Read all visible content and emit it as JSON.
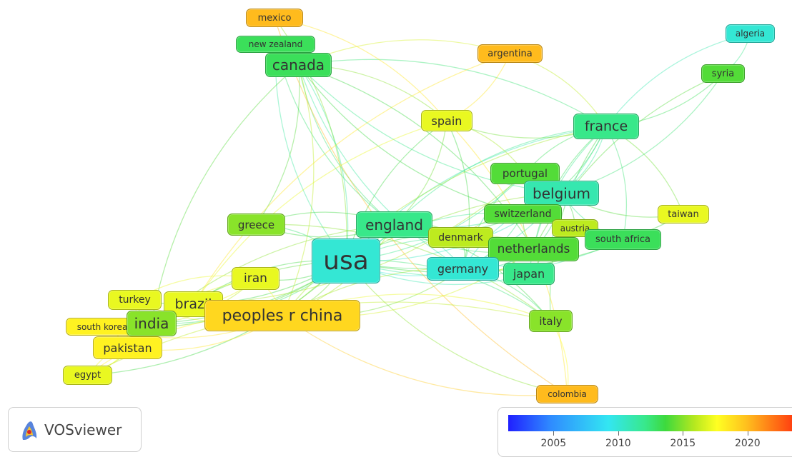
{
  "nodes": [
    {
      "id": "mexico",
      "label": "mexico",
      "year": 2020
    },
    {
      "id": "new-zealand",
      "label": "new zealand",
      "year": 2013
    },
    {
      "id": "canada",
      "label": "canada",
      "year": 2013
    },
    {
      "id": "argentina",
      "label": "argentina",
      "year": 2020
    },
    {
      "id": "algeria",
      "label": "algeria",
      "year": 2010
    },
    {
      "id": "syria",
      "label": "syria",
      "year": 2014
    },
    {
      "id": "spain",
      "label": "spain",
      "year": 2017
    },
    {
      "id": "france",
      "label": "france",
      "year": 2012
    },
    {
      "id": "portugal",
      "label": "portugal",
      "year": 2014
    },
    {
      "id": "belgium",
      "label": "belgium",
      "year": 2011
    },
    {
      "id": "switzerland",
      "label": "switzerland",
      "year": 2014
    },
    {
      "id": "taiwan",
      "label": "taiwan",
      "year": 2017
    },
    {
      "id": "austria",
      "label": "austria",
      "year": 2016
    },
    {
      "id": "south-africa",
      "label": "south africa",
      "year": 2013
    },
    {
      "id": "greece",
      "label": "greece",
      "year": 2015
    },
    {
      "id": "england",
      "label": "england",
      "year": 2012
    },
    {
      "id": "denmark",
      "label": "denmark",
      "year": 2016
    },
    {
      "id": "netherlands",
      "label": "netherlands",
      "year": 2014
    },
    {
      "id": "usa",
      "label": "usa",
      "year": 2010
    },
    {
      "id": "germany",
      "label": "germany",
      "year": 2010
    },
    {
      "id": "japan",
      "label": "japan",
      "year": 2012
    },
    {
      "id": "iran",
      "label": "iran",
      "year": 2017
    },
    {
      "id": "turkey",
      "label": "turkey",
      "year": 2017
    },
    {
      "id": "brazil",
      "label": "brazil",
      "year": 2017
    },
    {
      "id": "peoples-r-china",
      "label": "peoples r china",
      "year": 2019
    },
    {
      "id": "south-korea",
      "label": "south korea",
      "year": 2018
    },
    {
      "id": "india",
      "label": "india",
      "year": 2015
    },
    {
      "id": "italy",
      "label": "italy",
      "year": 2015
    },
    {
      "id": "pakistan",
      "label": "pakistan",
      "year": 2018
    },
    {
      "id": "egypt",
      "label": "egypt",
      "year": 2017
    },
    {
      "id": "colombia",
      "label": "colombia",
      "year": 2020
    }
  ],
  "links": [
    [
      "usa",
      "canada"
    ],
    [
      "usa",
      "france"
    ],
    [
      "usa",
      "england"
    ],
    [
      "usa",
      "peoples-r-china"
    ],
    [
      "usa",
      "germany"
    ],
    [
      "usa",
      "netherlands"
    ],
    [
      "usa",
      "japan"
    ],
    [
      "usa",
      "india"
    ],
    [
      "usa",
      "brazil"
    ],
    [
      "usa",
      "iran"
    ],
    [
      "usa",
      "greece"
    ],
    [
      "usa",
      "spain"
    ],
    [
      "usa",
      "belgium"
    ],
    [
      "usa",
      "switzerland"
    ],
    [
      "usa",
      "portugal"
    ],
    [
      "usa",
      "italy"
    ],
    [
      "usa",
      "pakistan"
    ],
    [
      "usa",
      "turkey"
    ],
    [
      "usa",
      "south-africa"
    ],
    [
      "usa",
      "denmark"
    ],
    [
      "usa",
      "taiwan"
    ],
    [
      "usa",
      "south-korea"
    ],
    [
      "usa",
      "mexico"
    ],
    [
      "usa",
      "egypt"
    ],
    [
      "usa",
      "colombia"
    ],
    [
      "usa",
      "new-zealand"
    ],
    [
      "usa",
      "austria"
    ],
    [
      "canada",
      "france"
    ],
    [
      "canada",
      "england"
    ],
    [
      "canada",
      "peoples-r-china"
    ],
    [
      "canada",
      "germany"
    ],
    [
      "canada",
      "netherlands"
    ],
    [
      "canada",
      "belgium"
    ],
    [
      "canada",
      "spain"
    ],
    [
      "canada",
      "new-zealand"
    ],
    [
      "canada",
      "argentina"
    ],
    [
      "canada",
      "india"
    ],
    [
      "canada",
      "greece"
    ],
    [
      "canada",
      "switzerland"
    ],
    [
      "france",
      "belgium"
    ],
    [
      "france",
      "england"
    ],
    [
      "france",
      "germany"
    ],
    [
      "france",
      "netherlands"
    ],
    [
      "france",
      "switzerland"
    ],
    [
      "france",
      "syria"
    ],
    [
      "france",
      "spain"
    ],
    [
      "france",
      "portugal"
    ],
    [
      "france",
      "south-africa"
    ],
    [
      "france",
      "japan"
    ],
    [
      "france",
      "taiwan"
    ],
    [
      "france",
      "italy"
    ],
    [
      "france",
      "algeria"
    ],
    [
      "france",
      "peoples-r-china"
    ],
    [
      "england",
      "peoples-r-china"
    ],
    [
      "england",
      "netherlands"
    ],
    [
      "england",
      "germany"
    ],
    [
      "england",
      "belgium"
    ],
    [
      "england",
      "denmark"
    ],
    [
      "england",
      "switzerland"
    ],
    [
      "england",
      "india"
    ],
    [
      "england",
      "greece"
    ],
    [
      "england",
      "japan"
    ],
    [
      "england",
      "spain"
    ],
    [
      "england",
      "italy"
    ],
    [
      "england",
      "pakistan"
    ],
    [
      "peoples-r-china",
      "pakistan"
    ],
    [
      "peoples-r-china",
      "india"
    ],
    [
      "peoples-r-china",
      "brazil"
    ],
    [
      "peoples-r-china",
      "iran"
    ],
    [
      "peoples-r-china",
      "south-korea"
    ],
    [
      "peoples-r-china",
      "egypt"
    ],
    [
      "peoples-r-china",
      "turkey"
    ],
    [
      "peoples-r-china",
      "germany"
    ],
    [
      "peoples-r-china",
      "japan"
    ],
    [
      "peoples-r-china",
      "netherlands"
    ],
    [
      "peoples-r-china",
      "italy"
    ],
    [
      "peoples-r-china",
      "colombia"
    ],
    [
      "peoples-r-china",
      "belgium"
    ],
    [
      "germany",
      "netherlands"
    ],
    [
      "germany",
      "belgium"
    ],
    [
      "germany",
      "switzerland"
    ],
    [
      "germany",
      "japan"
    ],
    [
      "germany",
      "denmark"
    ],
    [
      "germany",
      "portugal"
    ],
    [
      "germany",
      "spain"
    ],
    [
      "germany",
      "italy"
    ],
    [
      "netherlands",
      "belgium"
    ],
    [
      "netherlands",
      "switzerland"
    ],
    [
      "netherlands",
      "denmark"
    ],
    [
      "netherlands",
      "south-africa"
    ],
    [
      "belgium",
      "portugal"
    ],
    [
      "belgium",
      "switzerland"
    ],
    [
      "belgium",
      "taiwan"
    ],
    [
      "belgium",
      "austria"
    ],
    [
      "spain",
      "argentina"
    ],
    [
      "spain",
      "portugal"
    ],
    [
      "spain",
      "mexico"
    ],
    [
      "spain",
      "colombia"
    ],
    [
      "syria",
      "algeria"
    ],
    [
      "syria",
      "belgium"
    ],
    [
      "syria",
      "netherlands"
    ],
    [
      "india",
      "pakistan"
    ],
    [
      "india",
      "brazil"
    ],
    [
      "india",
      "south-korea"
    ],
    [
      "india",
      "iran"
    ],
    [
      "india",
      "egypt"
    ],
    [
      "pakistan",
      "south-korea"
    ],
    [
      "pakistan",
      "egypt"
    ],
    [
      "pakistan",
      "turkey"
    ],
    [
      "turkey",
      "iran"
    ],
    [
      "brazil",
      "iran"
    ],
    [
      "brazil",
      "spain"
    ],
    [
      "brazil",
      "portugal"
    ],
    [
      "brazil",
      "argentina"
    ],
    [
      "greece",
      "england"
    ],
    [
      "greece",
      "italy"
    ],
    [
      "japan",
      "belgium"
    ],
    [
      "italy",
      "colombia"
    ],
    [
      "mexico",
      "colombia"
    ],
    [
      "argentina",
      "france"
    ],
    [
      "new-zealand",
      "england"
    ],
    [
      "denmark",
      "switzerland"
    ],
    [
      "austria",
      "switzerland"
    ],
    [
      "south-africa",
      "belgium"
    ],
    [
      "iran",
      "egypt"
    ],
    [
      "egypt",
      "italy"
    ],
    [
      "turkey",
      "india"
    ]
  ],
  "legend": {
    "year_min": 2001.5,
    "year_max": 2023.6,
    "ticks": [
      "2005",
      "2010",
      "2015",
      "2020"
    ]
  },
  "logo": {
    "text": "VOSviewer"
  }
}
